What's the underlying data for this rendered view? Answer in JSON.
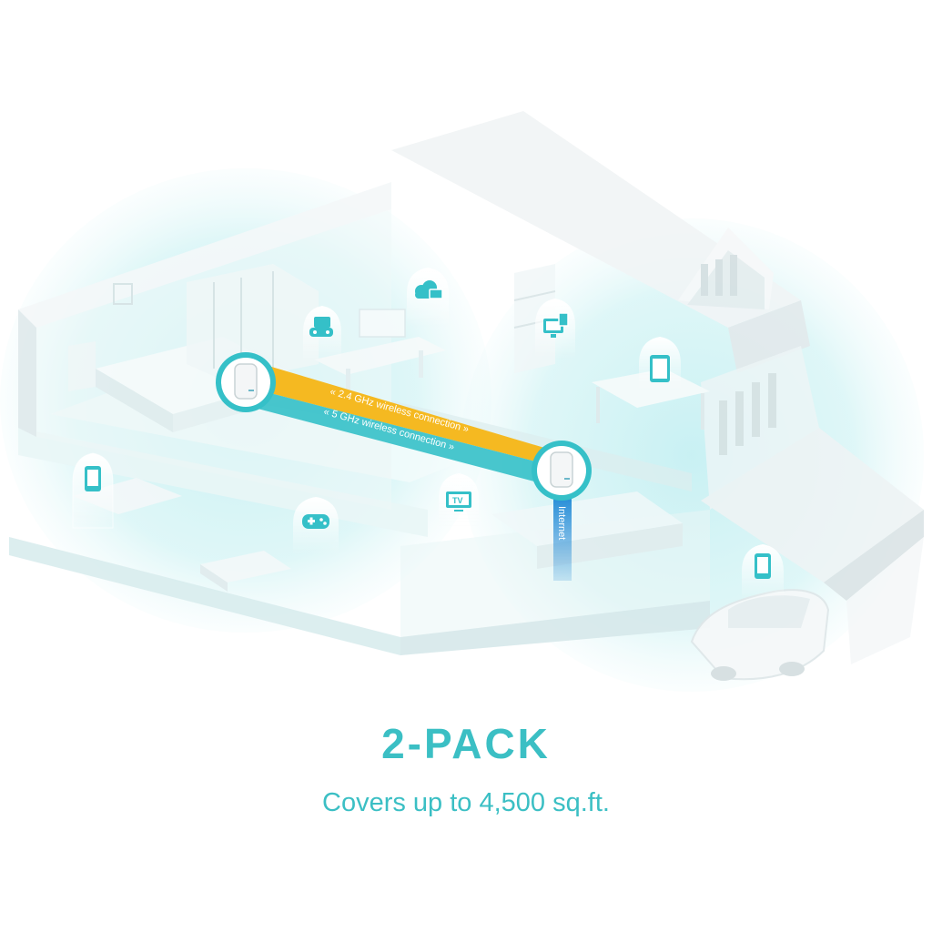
{
  "illustration": {
    "band_24ghz_label": "« 2.4 GHz wireless connection »",
    "band_5ghz_label": "« 5 GHz wireless connection »",
    "internet_label": "Internet",
    "tv_label": "TV",
    "device_icons": [
      "phone-icon",
      "gamepad-icon",
      "tv-icon",
      "cloud-icon",
      "desktop-icon",
      "tablet-icon",
      "game-console-icon",
      "car-phone-icon"
    ],
    "colors": {
      "accent": "#3bbfc4",
      "band_24ghz": "#f5b921",
      "band_5ghz": "#35c0c8",
      "internet_line": "#2a8fd8",
      "coverage": "#c7eef0"
    }
  },
  "headline": {
    "title": "2-PACK",
    "subtitle": "Covers up to 4,500 sq.ft."
  }
}
